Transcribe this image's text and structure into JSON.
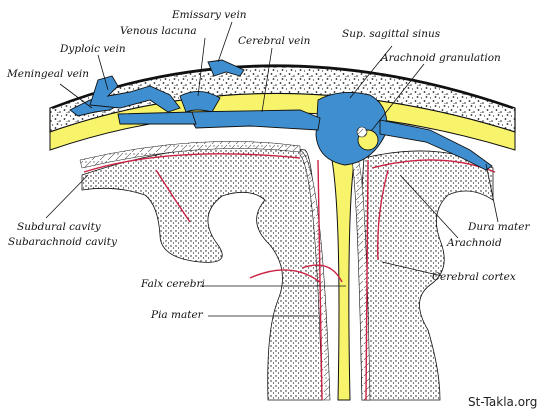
{
  "colors": {
    "vein": "#3f8fd0",
    "membrane": "#f7f36a",
    "vessel": "#cc2244",
    "bone": "#ffffff",
    "ink": "#111111"
  },
  "labels": {
    "emissary_vein": "Emissary vein",
    "venous_lacuna": "Venous lacuna",
    "diploic_vein": "Dyploic vein",
    "meningeal_vein": "Meningeal vein",
    "cerebral_vein": "Cerebral vein",
    "sup_sagittal_sinus": "Sup. sagittal sinus",
    "arachnoid_granulation": "Arachnoid granulation",
    "subdural_cavity": "Subdural cavity",
    "subarachnoid_cavity": "Subarachnoid cavity",
    "dura_mater": "Dura mater",
    "arachnoid": "Arachnoid",
    "falx_cerebri": "Falx cerebri",
    "cerebral_cortex": "Cerebral cortex",
    "pia_mater": "Pia mater"
  },
  "watermark": "St-Takla.org"
}
